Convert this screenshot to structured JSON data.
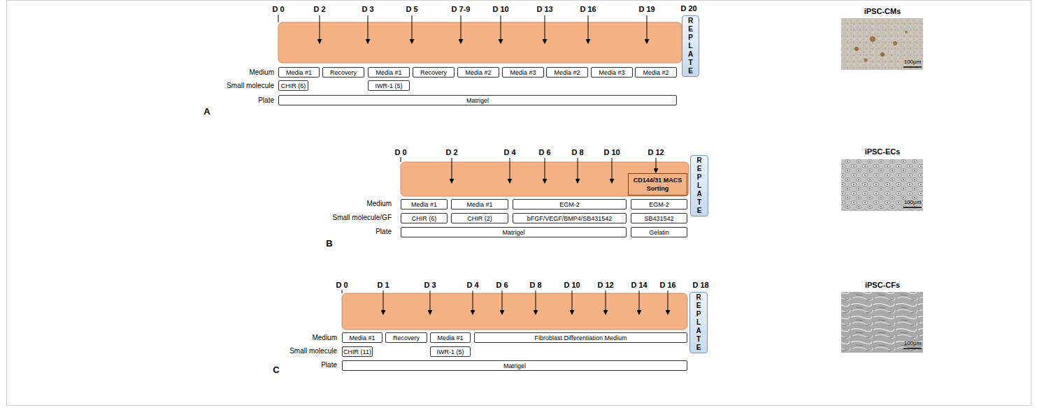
{
  "diagram": {
    "nodes": [
      {
        "text": [
          "Media #1"
        ]
      },
      {
        "text": [
          "Recovery"
        ]
      },
      {
        "text": [
          "Media #1"
        ]
      },
      {
        "text": [
          "Recovery"
        ]
      },
      {
        "text": [
          "Media #2"
        ]
      },
      {
        "text": [
          "Media #3"
        ]
      },
      {
        "text": [
          "Media #2"
        ]
      },
      {
        "text": [
          "Media #3"
        ]
      },
      {
        "text": [
          "Media #2"
        ]
      },
      {
        "text": [
          "CHIR (6)"
        ]
      },
      {
        "text": [
          "IWR-1 (5)"
        ]
      },
      {
        "text": [
          "Matrigel"
        ]
      },
      {
        "text": [
          "REPLATE"
        ]
      },
      {
        "text": [
          "CD144/31 MACS Sorting"
        ]
      },
      {
        "text": [
          "Media #1"
        ]
      },
      {
        "text": [
          "Media #1"
        ]
      },
      {
        "text": [
          "EGM-2"
        ]
      },
      {
        "text": [
          "EGM-2"
        ]
      },
      {
        "text": [
          "CHIR (6)"
        ]
      },
      {
        "text": [
          "CHIR (2)"
        ]
      },
      {
        "text": [
          "bFGF/VEGF/BMP4/SB431542"
        ]
      },
      {
        "text": [
          "SB431542"
        ]
      },
      {
        "text": [
          "Matrigel"
        ]
      },
      {
        "text": [
          "Gelatin"
        ]
      },
      {
        "text": [
          "REPLATE"
        ]
      },
      {
        "text": [
          "Media #1"
        ]
      },
      {
        "text": [
          "Recovery"
        ]
      },
      {
        "text": [
          "Media #1"
        ]
      },
      {
        "text": [
          "Fibroblast Differentiation Medium"
        ]
      },
      {
        "text": [
          "CHIR (11)"
        ]
      },
      {
        "text": [
          "IWR-1 (5)"
        ]
      },
      {
        "text": [
          "Matrigel"
        ]
      },
      {
        "text": [
          "REPLATE"
        ]
      }
    ],
    "labels": [
      "D 0",
      "D 2",
      "D 3",
      "D 5",
      "D 7-9",
      "D 10",
      "D 13",
      "D 16",
      "D 19",
      "D 20",
      "Medium",
      "Small molecule",
      "Plate",
      "A",
      "iPSC-CMs",
      "100μm",
      "D 0",
      "D 2",
      "D 4",
      "D 6",
      "D 8",
      "D 10",
      "D 12",
      "Medium",
      "Small molecule/GF",
      "Plate",
      "B",
      "iPSC-ECs",
      "100μm",
      "D 0",
      "D 1",
      "D 3",
      "D 4",
      "D 6",
      "D 8",
      "D 10",
      "D 12",
      "D 14",
      "D 16",
      "D 18",
      "Medium",
      "Small molecule",
      "Plate",
      "C",
      "iPSC-CFs",
      "100μm"
    ]
  }
}
